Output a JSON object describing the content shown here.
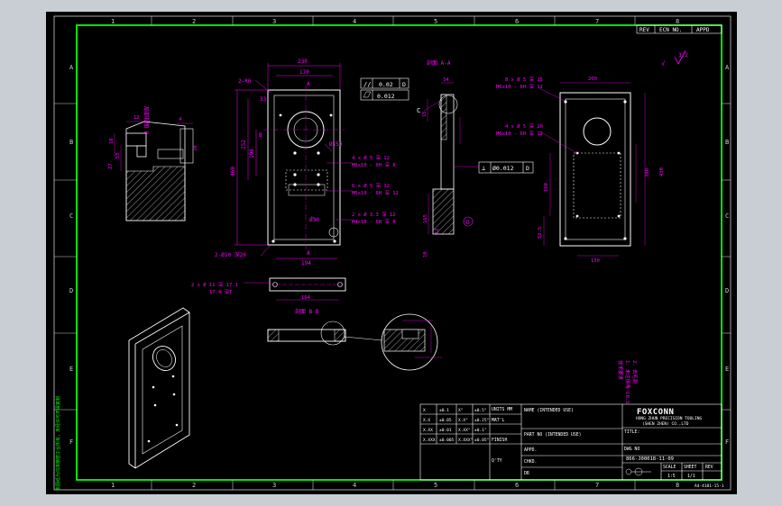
{
  "colors": {
    "surround": "#c9ced5",
    "background": "#000000",
    "border": "#00ff00",
    "geometry": "#ffffff",
    "dimension": "#ff00ff",
    "hatch": "#ffffff",
    "title_block": "#ffffff"
  },
  "border": {
    "columns_top": [
      "1",
      "2",
      "3",
      "4",
      "5",
      "6",
      "7",
      "8"
    ],
    "columns_bottom": [
      "1",
      "2",
      "3",
      "4",
      "5",
      "6",
      "7",
      "8"
    ],
    "rows_left": [
      "A",
      "B",
      "C",
      "D",
      "E",
      "F"
    ],
    "rows_right": [
      "A",
      "B",
      "C",
      "D",
      "E",
      "F"
    ]
  },
  "revision_header": {
    "rev": "REV",
    "ecn": "ECN NO.",
    "appd": "APPD"
  },
  "surface_mark": "3.2",
  "front_view": {
    "dims": {
      "width_230": "230",
      "width_170": "170",
      "chamfer": "2-R6",
      "height_460": "460",
      "height_252": "252",
      "height_196": "196",
      "dim_33": "33",
      "dia_150": "Ø150",
      "dia_30": "Ø30",
      "width_194": "194",
      "bottom_holes": "2-Ø10 深20",
      "section_label_a": "A",
      "section_label_b": "B",
      "section_a_bottom": "A"
    },
    "notes": [
      "4 x Ø 5 深 12",
      "M6x10 - 6H 深 8",
      "6 x Ø 5 深 12",
      "M6x10 - 6H 深 12",
      "2 x Ø 3.3 深 12",
      "M4x10 - 6H 深 8"
    ]
  },
  "detail_b": {
    "title": "局部视图 B",
    "dims": [
      "12",
      "10",
      "4",
      "27",
      "10",
      "55"
    ]
  },
  "side_view": {
    "title": "剖面 A-A",
    "flatness": "0.02",
    "parallel": "0.012",
    "datum_c": "C",
    "datum_d": "D",
    "perp": "Ø0.012",
    "dims": [
      "34",
      "15",
      "165",
      "12",
      "10"
    ]
  },
  "rear_view": {
    "dims": [
      "200",
      "390",
      "430",
      "190",
      "130",
      "52.5"
    ],
    "notes": [
      "8 x Ø 5 深 15",
      "M6x10 - 6H 深 12",
      "4 x Ø 5 深 20",
      "M6x10 - 6H 深 12"
    ]
  },
  "bottom_view": {
    "note": "2 x Ø 11 深 17.1",
    "sub": "17.4 深T",
    "dim": "194"
  },
  "section_small": {
    "title": "剖面 B-B"
  },
  "tech_notes": [
    "技术要求",
    "1. 未注倒角 C0.5",
    "2. 去毛刺"
  ],
  "side_margin_text": "本图纸为鸿准精密工业所有，未经许可不得复制",
  "title_block": {
    "tolerances": [
      [
        "X",
        "±0.1",
        "X°",
        "±0.5°"
      ],
      [
        "X.X",
        "±0.05",
        "X.X°",
        "±0.25°"
      ],
      [
        "X.XX",
        "±0.01",
        "X.XX°",
        "±0.1°"
      ],
      [
        "X.XXX",
        "±0.005",
        "X.XXX°",
        "±0.05°"
      ]
    ],
    "units": "UNITS MM",
    "matl": "MAT'L",
    "finish": "FINISH",
    "qty": "Q'TY",
    "name": "NAME (INTENDED USE)",
    "part_no": "PART NO (INTENDED USE)",
    "appd": "APPD.",
    "chkd": "CHKD.",
    "dr": "DR",
    "company_logo": "FOXCONN",
    "company_1": "HONG ZHUN PRECISION TOOLING",
    "company_2": "(SHEN ZHEN) CO.,LTD",
    "title_label": "TITLE:",
    "dwg_no_label": "DWG NO",
    "dwg_no": "866-J00018-11-09",
    "scale_label": "SCALE",
    "sheet_label": "SHEET",
    "rev_label": "REV",
    "scale": "1:5",
    "sheet": "1/1",
    "rev": "",
    "bottom_code": "A4-4181-15-1"
  }
}
